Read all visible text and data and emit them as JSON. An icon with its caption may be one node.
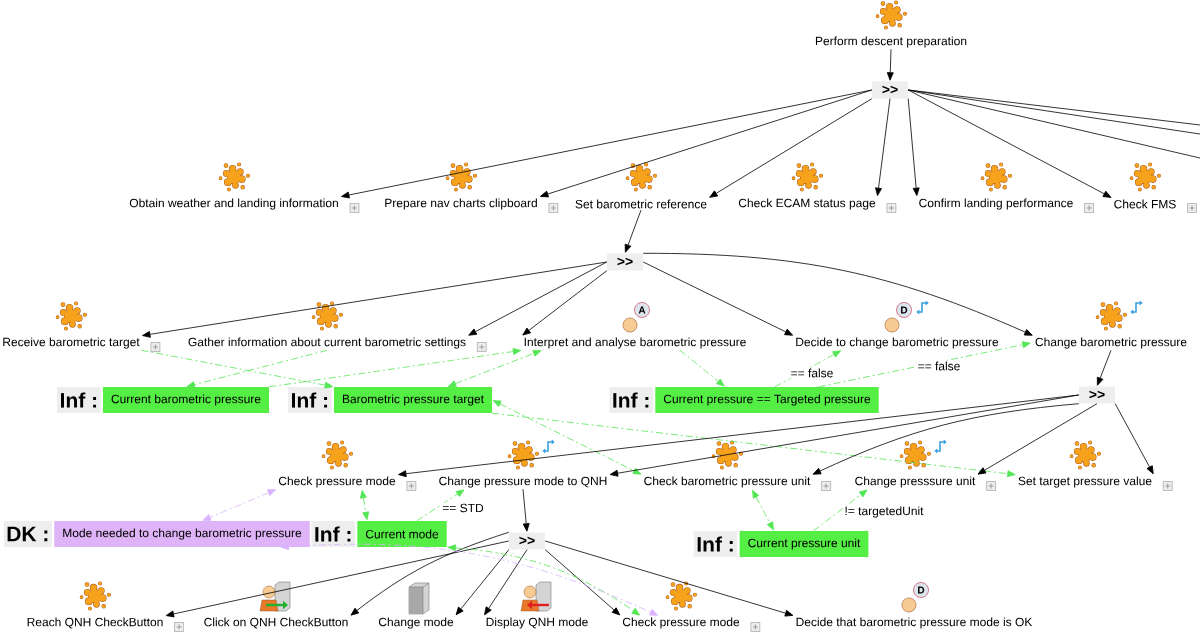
{
  "diagram": {
    "nodes": [
      {
        "text": [
          "Perform descent preparation"
        ]
      },
      {
        "text": [
          ">>"
        ]
      },
      {
        "text": [
          "Obtain weather and landing information"
        ]
      },
      {
        "text": [
          "Prepare nav charts clipboard"
        ]
      },
      {
        "text": [
          "Set barometric reference"
        ]
      },
      {
        "text": [
          "Check ECAM status page"
        ]
      },
      {
        "text": [
          "Confirm landing performance"
        ]
      },
      {
        "text": [
          "Check FMS"
        ]
      },
      {
        "text": [
          ">>"
        ]
      },
      {
        "text": [
          "Receive barometric target"
        ]
      },
      {
        "text": [
          "Gather information about current barometric settings"
        ]
      },
      {
        "text": [
          "Interpret and analyse barometric pressure"
        ],
        "beside": [
          "A"
        ]
      },
      {
        "text": [
          "Decide to change barometric pressure"
        ],
        "beside": [
          "D"
        ]
      },
      {
        "text": [
          "Change barometric pressure"
        ]
      },
      {
        "text": [
          "Inf :",
          "Current barometric pressure"
        ]
      },
      {
        "text": [
          "Inf :",
          "Barometric pressure target"
        ]
      },
      {
        "text": [
          "Inf :",
          "Current pressure == Targeted pressure"
        ]
      },
      {
        "text": [
          ">>"
        ]
      },
      {
        "text": [
          "Check pressure mode"
        ]
      },
      {
        "text": [
          "Change pressure mode to QNH"
        ]
      },
      {
        "text": [
          "Check barometric pressure unit"
        ]
      },
      {
        "text": [
          "Change presssure unit"
        ]
      },
      {
        "text": [
          "Set target pressure value"
        ]
      },
      {
        "text": [
          "DK :",
          "Mode needed to change barometric pressure"
        ]
      },
      {
        "text": [
          "Inf :",
          "Current mode"
        ]
      },
      {
        "text": [
          "Inf :",
          "Current pressure unit"
        ]
      },
      {
        "text": [
          ">>"
        ]
      },
      {
        "text": [
          "Reach QNH CheckButton"
        ]
      },
      {
        "text": [
          "Click on QNH CheckButton"
        ]
      },
      {
        "text": [
          "Change mode"
        ]
      },
      {
        "text": [
          "Display QNH mode"
        ]
      },
      {
        "text": [
          "Check pressure mode"
        ]
      },
      {
        "text": [
          "Decide that barometric pressure mode is OK"
        ],
        "beside": [
          "D"
        ]
      }
    ],
    "edges": [
      {
        "from": 0,
        "to": 1,
        "arrow": "to"
      },
      {
        "from": 1,
        "to": 2,
        "arrow": "to"
      },
      {
        "from": 1,
        "to": 3,
        "arrow": "to"
      },
      {
        "from": 1,
        "to": 4,
        "arrow": "to"
      },
      {
        "from": 1,
        "to": 5,
        "arrow": "to"
      },
      {
        "from": 1,
        "to": 6,
        "arrow": "to"
      },
      {
        "from": 1,
        "to": 7,
        "arrow": "to"
      },
      {
        "from": 1,
        "to": null,
        "arrow": "none"
      },
      {
        "from": 1,
        "to": null,
        "arrow": "none"
      },
      {
        "from": 1,
        "to": null,
        "arrow": "none"
      },
      {
        "from": 4,
        "to": 8,
        "arrow": "to"
      },
      {
        "from": 8,
        "to": 9,
        "arrow": "to"
      },
      {
        "from": 8,
        "to": 10,
        "arrow": "to"
      },
      {
        "from": 8,
        "to": 11,
        "arrow": "to"
      },
      {
        "from": 8,
        "to": 12,
        "arrow": "to"
      },
      {
        "from": 8,
        "to": 13,
        "arrow": "to"
      },
      {
        "from": 9,
        "to": 15,
        "arrow": "to",
        "style": "dashed",
        "color": "#55e655"
      },
      {
        "from": 10,
        "to": 14,
        "arrow": "to",
        "style": "dashed",
        "color": "#55e655"
      },
      {
        "from": 14,
        "to": 11,
        "arrow": "to",
        "style": "dashed",
        "color": "#55e655"
      },
      {
        "from": 15,
        "to": 11,
        "arrow": "both",
        "style": "dashed",
        "color": "#55e655"
      },
      {
        "from": 11,
        "to": 16,
        "arrow": "to",
        "style": "dashed",
        "color": "#55e655"
      },
      {
        "from": 16,
        "to": 12,
        "arrow": "to",
        "label": "== false",
        "style": "dashed",
        "color": "#55e655"
      },
      {
        "from": 16,
        "to": 13,
        "arrow": "to",
        "label": "== false",
        "style": "dashed",
        "color": "#55e655"
      },
      {
        "from": 15,
        "to": 22,
        "arrow": "to",
        "style": "dashed",
        "color": "#55e655"
      },
      {
        "from": 15,
        "to": 20,
        "arrow": "both",
        "style": "dashed",
        "color": "#55e655"
      },
      {
        "from": 13,
        "to": 17,
        "arrow": "to"
      },
      {
        "from": 17,
        "to": 18,
        "arrow": "to"
      },
      {
        "from": 17,
        "to": 19,
        "arrow": "to"
      },
      {
        "from": 17,
        "to": 20,
        "arrow": "to"
      },
      {
        "from": 17,
        "to": 21,
        "arrow": "to"
      },
      {
        "from": 17,
        "to": 22,
        "arrow": "to"
      },
      {
        "from": 18,
        "to": 23,
        "arrow": "both",
        "style": "dashed",
        "color": "#d9b3ff"
      },
      {
        "from": 18,
        "to": 24,
        "arrow": "both",
        "style": "dashed",
        "color": "#55e655"
      },
      {
        "from": 24,
        "to": 19,
        "arrow": "to",
        "label": "== STD",
        "style": "dashed",
        "color": "#55e655"
      },
      {
        "from": 20,
        "to": 25,
        "arrow": "both",
        "style": "dashed",
        "color": "#55e655"
      },
      {
        "from": 25,
        "to": 21,
        "arrow": "to",
        "label": "!= targetedUnit",
        "style": "dashed",
        "color": "#55e655"
      },
      {
        "from": 19,
        "to": 26,
        "arrow": "to"
      },
      {
        "from": 26,
        "to": 27,
        "arrow": "to"
      },
      {
        "from": 26,
        "to": 28,
        "arrow": "to"
      },
      {
        "from": 26,
        "to": 29,
        "arrow": "to"
      },
      {
        "from": 26,
        "to": 30,
        "arrow": "to"
      },
      {
        "from": 26,
        "to": 31,
        "arrow": "to"
      },
      {
        "from": 26,
        "to": 32,
        "arrow": "to"
      },
      {
        "from": 24,
        "to": 31,
        "arrow": "both",
        "style": "dashed",
        "color": "#55e655"
      },
      {
        "from": 23,
        "to": 31,
        "arrow": "both",
        "style": "dashed",
        "color": "#d9b3ff"
      }
    ]
  }
}
